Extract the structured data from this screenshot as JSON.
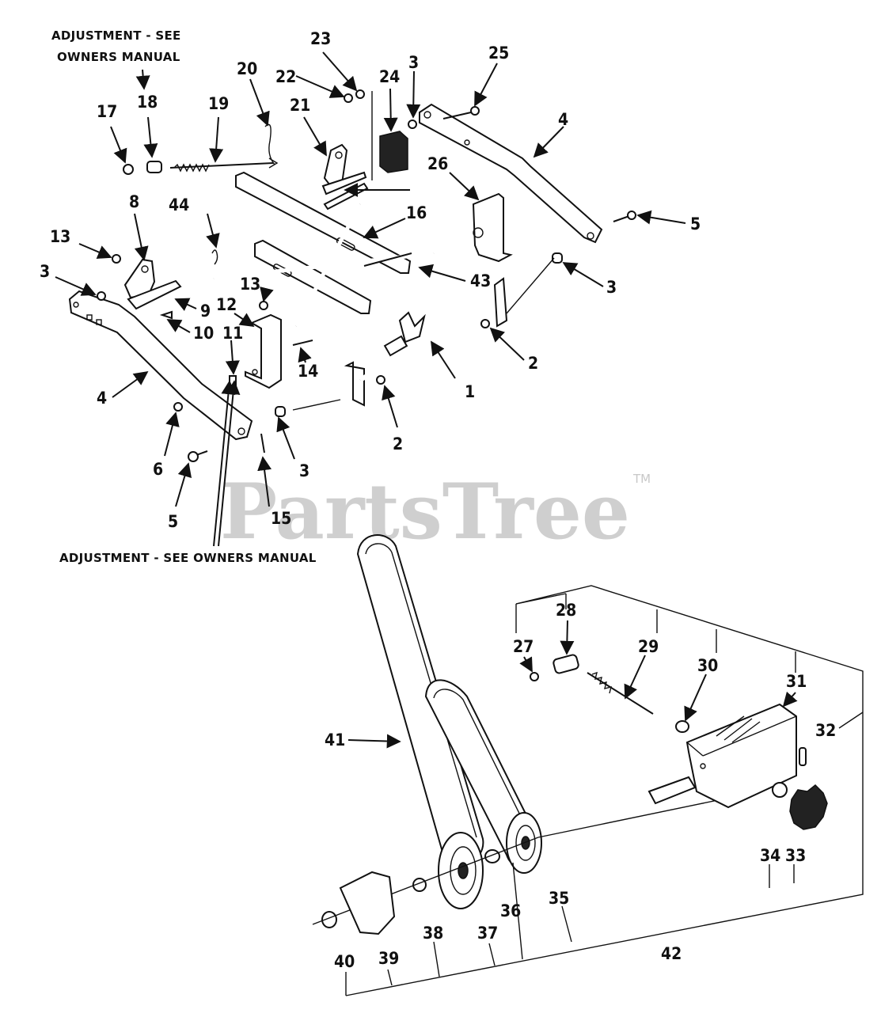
{
  "diagram": {
    "notes": {
      "top_left": [
        "ADJUSTMENT - SEE",
        "OWNERS MANUAL"
      ],
      "middle_left": "ADJUSTMENT - SEE OWNERS MANUAL"
    },
    "watermark": {
      "text": "PartsTree",
      "trademark": "TM"
    },
    "callouts": {
      "c1": "1",
      "c2a": "2",
      "c2b": "2",
      "c3a": "3",
      "c3b": "3",
      "c3c": "3",
      "c3d": "3",
      "c4a": "4",
      "c4b": "4",
      "c5a": "5",
      "c5b": "5",
      "c6": "6",
      "c8": "8",
      "c9": "9",
      "c10": "10",
      "c11": "11",
      "c12": "12",
      "c13a": "13",
      "c13b": "13",
      "c14": "14",
      "c15": "15",
      "c16": "16",
      "c17": "17",
      "c18": "18",
      "c19": "19",
      "c20": "20",
      "c21": "21",
      "c22": "22",
      "c23": "23",
      "c24": "24",
      "c25": "25",
      "c26": "26",
      "c27": "27",
      "c28": "28",
      "c29": "29",
      "c30": "30",
      "c31": "31",
      "c32": "32",
      "c33": "33",
      "c34": "34",
      "c35": "35",
      "c36": "36",
      "c37": "37",
      "c38": "38",
      "c39": "39",
      "c40": "40",
      "c41": "41",
      "c42": "42",
      "c43": "43",
      "c44": "44"
    }
  }
}
